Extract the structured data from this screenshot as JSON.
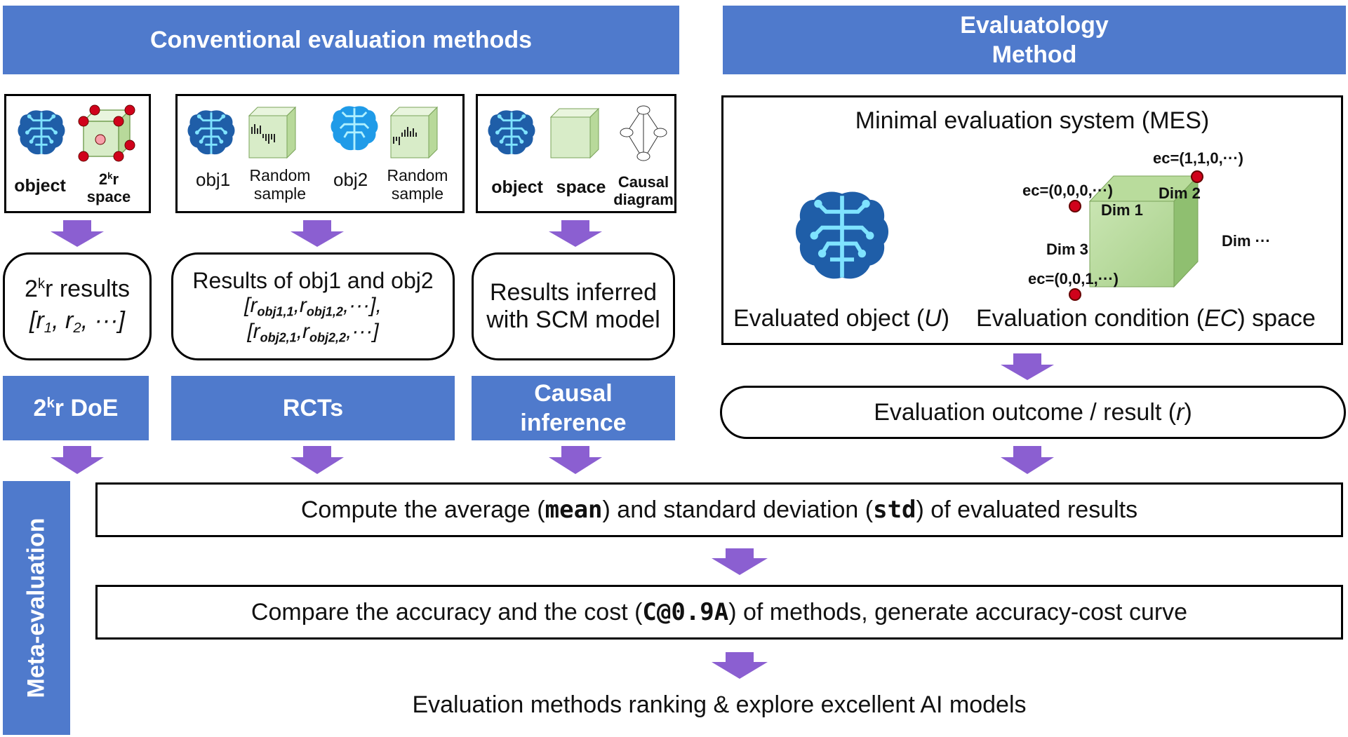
{
  "headers": {
    "conventional": "Conventional evaluation methods",
    "evaluatology_line1": "Evaluatology",
    "evaluatology_line2": "Method"
  },
  "doe": {
    "object_label": "object",
    "space_line1": "2kr",
    "space_line2": "space",
    "results_line1": "2kr results",
    "results_line2": "[r1, r2, ···]",
    "method": "2kr DoE"
  },
  "rct": {
    "obj1": "obj1",
    "obj2": "obj2",
    "random_sample_1": "Random",
    "sample_1": "sample",
    "random_sample_2": "Random",
    "sample_2": "sample",
    "results_line1_pre": "Results of ",
    "results_obj1": "obj1",
    "results_and": " and ",
    "results_obj2": "obj2",
    "results_line2": "[robj1,1,robj1,2,···],",
    "results_line3": "[robj2,1,robj2,2,···]",
    "method": "RCTs"
  },
  "causal": {
    "object_label": "object",
    "space_label": "space",
    "diagram_line1": "Causal",
    "diagram_line2": "diagram",
    "results_line1": "Results inferred",
    "results_line2": "with SCM model",
    "method_line1": "Causal",
    "method_line2": "inference"
  },
  "mes": {
    "title": "Minimal evaluation system (MES)",
    "ec_110": "ec=(1,1,0,···)",
    "ec_000": "ec=(0,0,0,···)",
    "ec_001": "ec=(0,0,1,···)",
    "dim1": "Dim 1",
    "dim2": "Dim 2",
    "dim3": "Dim 3",
    "dim_more": "Dim ···",
    "object_label_pre": "Evaluated object (",
    "object_symbol": "U",
    "object_label_post": ")",
    "space_label_pre": "Evaluation condition (",
    "space_symbol": "EC",
    "space_label_post": ") space"
  },
  "outcome": {
    "pre": "Evaluation outcome / result (",
    "symbol": "r",
    "post": ")"
  },
  "meta": {
    "side_label": "Meta-evaluation",
    "compute_pre": "Compute the average (",
    "compute_mean": "mean",
    "compute_mid": ") and standard deviation (",
    "compute_std": "std",
    "compute_post": ") of evaluated results",
    "compare_pre": "Compare the accuracy and the cost (",
    "compare_metric": "C@0.9A",
    "compare_post": ") of methods, generate accuracy-cost curve",
    "final": "Evaluation methods ranking & explore excellent AI models"
  },
  "colors": {
    "banner": "#4f7acc",
    "arrow": "#8b5fd1",
    "cube": "#d8ecc8",
    "brain": "#1f5ea8",
    "point": "#d0021b"
  }
}
